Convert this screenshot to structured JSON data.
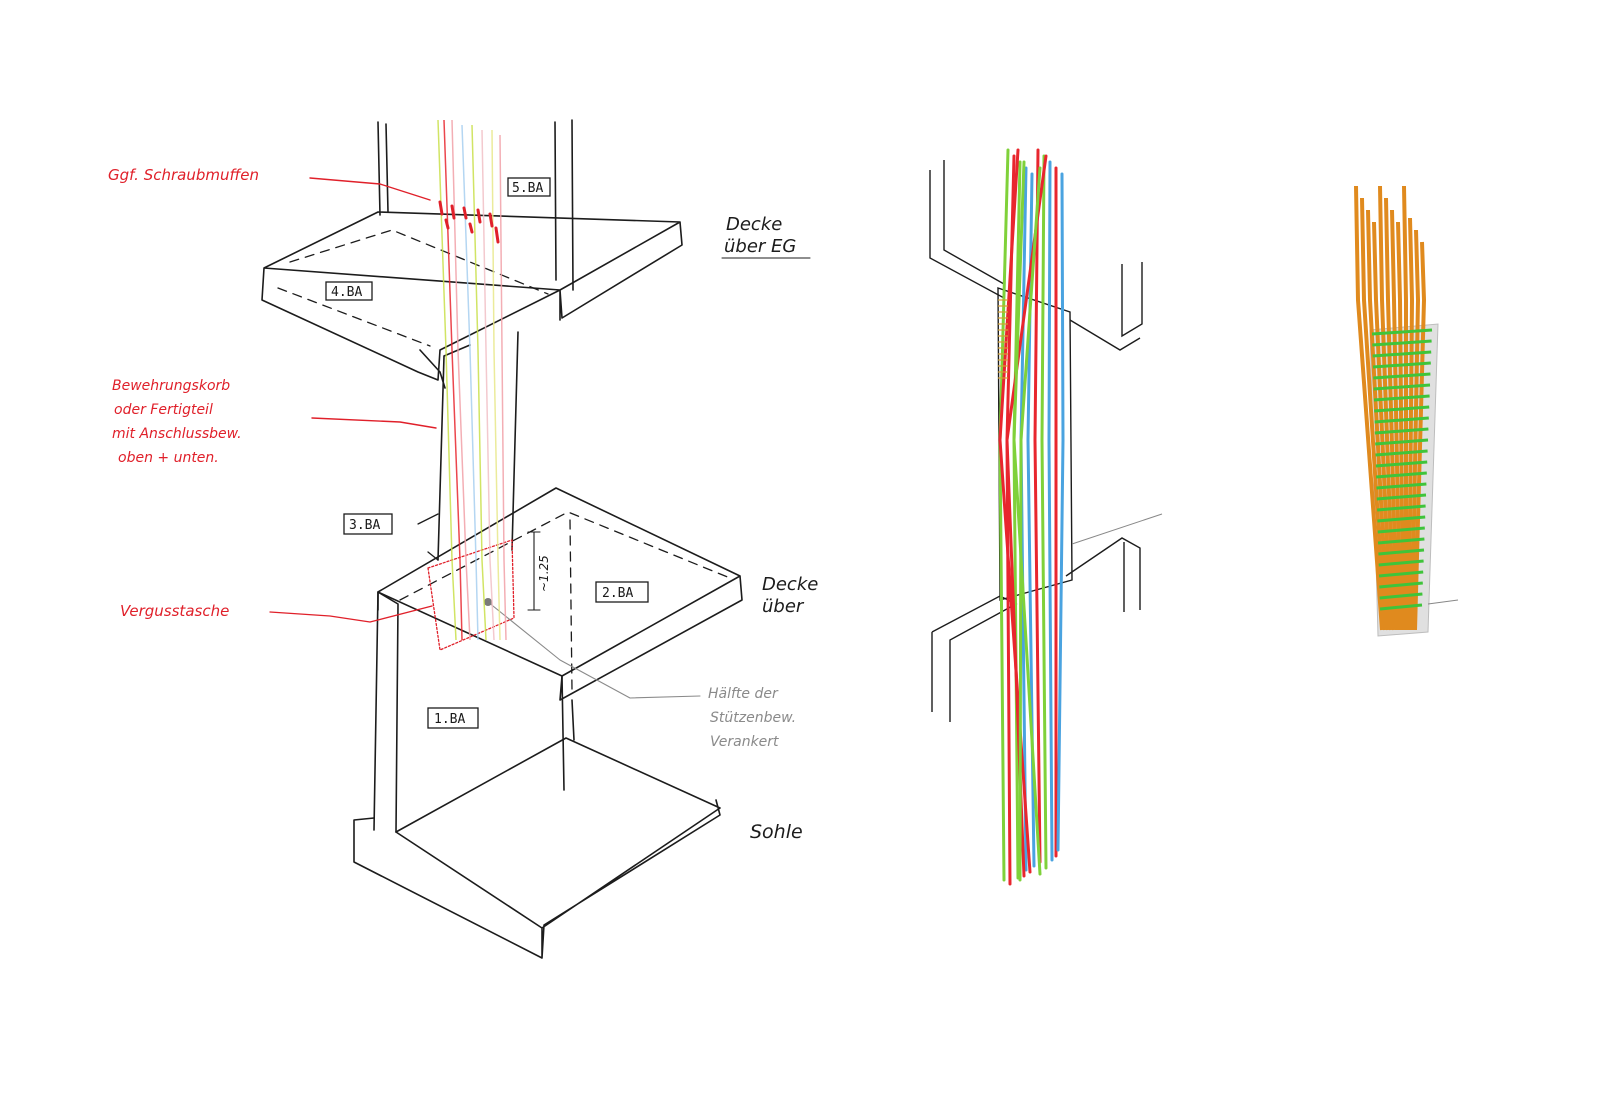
{
  "annotations": {
    "screw_couplers": "Ggf. Schraubmuffen",
    "cage_line1": "Bewehrungskorb",
    "cage_line2": "oder Fertigteil",
    "cage_line3": "mit Anschlussbew.",
    "cage_line4": "oben + unten.",
    "grout_pocket": "Vergusstasche",
    "dimension": "~1.25",
    "half_line1": "Hälfte der",
    "half_line2": "Stützenbew.",
    "half_line3": "Verankert"
  },
  "levels": {
    "ceiling_ground_line1": "Decke",
    "ceiling_ground_line2": "über EG",
    "ceiling_lower_line1": "Decke",
    "ceiling_lower_line2": "über",
    "base_slab": "Sohle"
  },
  "phases": [
    "1.BA",
    "2.BA",
    "3.BA",
    "4.BA",
    "5.BA"
  ],
  "colors": {
    "ink": "#1c1c1c",
    "annotation_red": "#e0202a",
    "rebar_red": "#e8262e",
    "rebar_green": "#7fd13a",
    "rebar_blue": "#4aa3e0",
    "rebar_orange": "#e08a1e",
    "stirrup_green": "#3fc43a",
    "grey_note": "#8a8a8a"
  }
}
